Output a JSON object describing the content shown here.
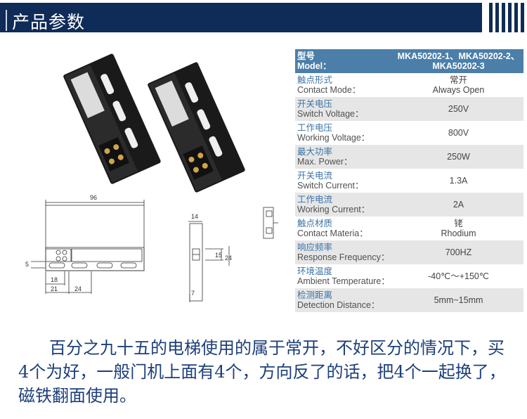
{
  "banner": {
    "title": "产品参数"
  },
  "colors": {
    "banner": "#0f2b57",
    "table_header": "#4b7fa9",
    "label_zh": "#3a72a8",
    "paragraph": "#1d3f7a"
  },
  "drawing": {
    "width_dim": "96",
    "dim_5": "5",
    "dim_18": "18",
    "dim_21": "21",
    "dim_24_bottom": "24",
    "dim_14": "14",
    "dim_15": "15",
    "dim_24_side": "24",
    "dim_7": "7"
  },
  "spec": {
    "header": {
      "label_zh": "型号",
      "label_en": "Model：",
      "value": "MKA50202-1、MKA50202-2、MKA50202-3"
    },
    "rows": [
      {
        "label_zh": "触点形式",
        "label_en": "Contact Mode：",
        "value_zh": "常开",
        "value_en": "Always Open"
      },
      {
        "label_zh": "开关电压",
        "label_en": "Switch Voltage：",
        "value_zh": "",
        "value_en": "250V"
      },
      {
        "label_zh": "工作电压",
        "label_en": "Working Voltage：",
        "value_zh": "",
        "value_en": "800V"
      },
      {
        "label_zh": "最大功率",
        "label_en": "Max. Power：",
        "value_zh": "",
        "value_en": "250W"
      },
      {
        "label_zh": "开关电流",
        "label_en": "Switch Current：",
        "value_zh": "",
        "value_en": "1.3A"
      },
      {
        "label_zh": "工作电流",
        "label_en": "Working Current：",
        "value_zh": "",
        "value_en": "2A"
      },
      {
        "label_zh": "触点材质",
        "label_en": "Contact Materia：",
        "value_zh": "铑",
        "value_en": "Rhodium"
      },
      {
        "label_zh": "响应频率",
        "label_en": "Response Frequency：",
        "value_zh": "",
        "value_en": "700HZ"
      },
      {
        "label_zh": "环境温度",
        "label_en": "Ambient Temperature：",
        "value_zh": "",
        "value_en": "-40℃～+150℃"
      },
      {
        "label_zh": "检测距离",
        "label_en": "Detection Distance：",
        "value_zh": "",
        "value_en": "5mm~15mm"
      }
    ]
  },
  "paragraph": "百分之九十五的电梯使用的属于常开，不好区分的情况下，买4个为好，一般门机上面有4个，方向反了的话，把4个一起换了，磁铁翻面使用。"
}
